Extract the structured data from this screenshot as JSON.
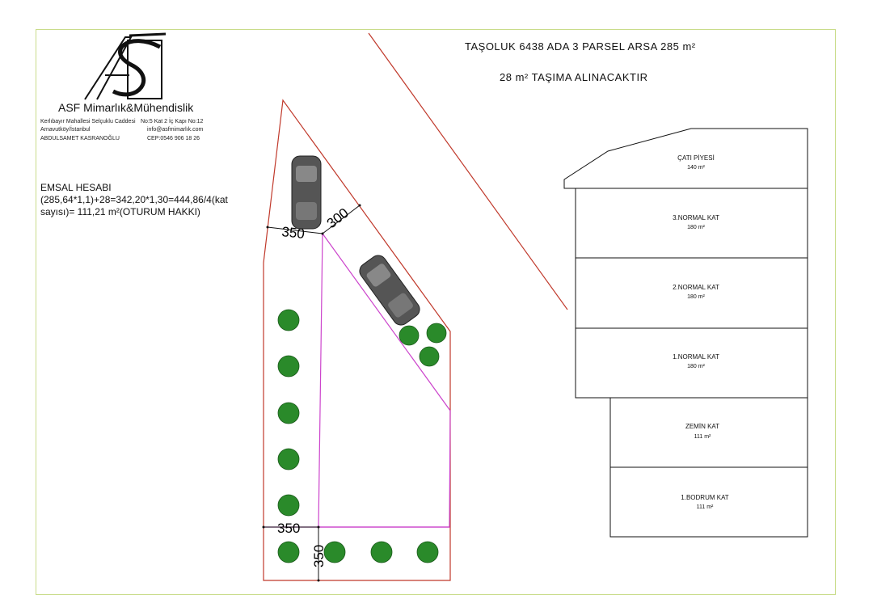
{
  "header": {
    "company_name": "ASF Mimarlık&Mühendislik",
    "address_line1_left": "Kerlıbayır Mahallesi Selçuklu Caddesi",
    "address_line1_right": "No:5 Kat 2 İç Kapı No:12",
    "address_line2_left": "Arnavutköy/İstanbul",
    "address_line2_right": "info@asfmimarlık.com",
    "address_line3_left": "ABDULSAMET KASRANOĞLU",
    "address_line3_right": "CEP:0546 906 18 26"
  },
  "title": "TAŞOLUK 6438 ADA 3 PARSEL ARSA 285 m²",
  "subtitle": "28 m² TAŞIMA ALINACAKTIR",
  "emsal": {
    "heading": "EMSAL HESABI",
    "line1": "(285,64*1,1)+28=342,20*1,30=444,86/4(kat",
    "line2": "sayısı)= 111,21 m²(OTURUM HAKKI)"
  },
  "dimensions": {
    "top_left": "350",
    "top_right": "300",
    "bottom_horizontal": "350",
    "bottom_vertical": "350"
  },
  "floors": [
    {
      "label": "ÇATI PİYESİ",
      "area": "140 m²"
    },
    {
      "label": "3.NORMAL KAT",
      "area": "180 m²"
    },
    {
      "label": "2.NORMAL KAT",
      "area": "180 m²"
    },
    {
      "label": "1.NORMAL KAT",
      "area": "180 m²"
    },
    {
      "label": "ZEMİN KAT",
      "area": "111 m²"
    },
    {
      "label": "1.BODRUM KAT",
      "area": "111 m²"
    }
  ],
  "colors": {
    "parcel_outline": "#c0392b",
    "building_outline": "#cc44cc",
    "tree": "#2a8a2a",
    "frame": "#c9dc8a"
  }
}
